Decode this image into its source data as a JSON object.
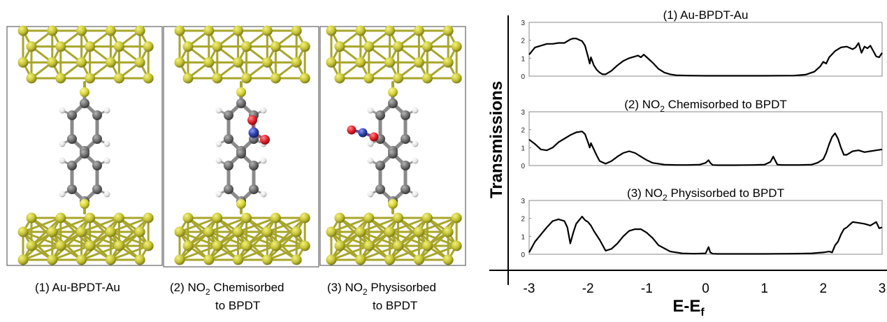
{
  "molecules": [
    {
      "label_main": "(1) Au-BPDT-Au",
      "label_sub": "",
      "adsorbate": "none"
    },
    {
      "label_main": "(2) NO",
      "label_sub2": "2",
      "label_main2": " Chemisorbed",
      "label_line2": "to BPDT",
      "adsorbate": "chemisorbed"
    },
    {
      "label_main": "(3) NO",
      "label_sub2": "2",
      "label_main2": " Physisorbed",
      "label_line2": "to BPDT",
      "adsorbate": "physisorbed"
    }
  ],
  "colors": {
    "gold": "#c4c236",
    "gold_light": "#e6e45a",
    "gold_dark": "#8b8a1e",
    "sulfur": "#d8d43a",
    "carbon": "#6e6e6e",
    "hydrogen": "#e8e8e8",
    "oxygen": "#e0202a",
    "nitrogen": "#2b3fa8",
    "curve": "#000000"
  },
  "chart_data": {
    "type": "line",
    "ylabel": "Transmissions",
    "xlabel_main": "E-E",
    "xlabel_sub": "f",
    "xlim": [
      -3,
      3
    ],
    "xticks": [
      "-3",
      "-2",
      "-1",
      "0",
      "1",
      "2",
      "3"
    ],
    "ylim": [
      0,
      3
    ],
    "yticks": [
      "0",
      "1",
      "2",
      "3"
    ],
    "panels": [
      {
        "title": "(1) Au-BPDT-Au",
        "title_sub": "",
        "title_rest": "",
        "x": [
          -3.0,
          -2.9,
          -2.8,
          -2.7,
          -2.6,
          -2.5,
          -2.4,
          -2.3,
          -2.25,
          -2.2,
          -2.1,
          -2.05,
          -2.0,
          -1.97,
          -1.95,
          -1.9,
          -1.85,
          -1.8,
          -1.75,
          -1.7,
          -1.6,
          -1.5,
          -1.4,
          -1.3,
          -1.2,
          -1.15,
          -1.1,
          -1.05,
          -1.0,
          -0.9,
          -0.8,
          -0.7,
          -0.6,
          -0.5,
          -0.3,
          0.0,
          0.5,
          1.0,
          1.5,
          1.7,
          1.85,
          1.95,
          2.0,
          2.05,
          2.1,
          2.2,
          2.3,
          2.4,
          2.5,
          2.55,
          2.6,
          2.65,
          2.7,
          2.75,
          2.8,
          2.85,
          2.9,
          2.95,
          3.0
        ],
        "y": [
          1.2,
          1.6,
          1.7,
          1.8,
          1.8,
          1.85,
          1.85,
          2.05,
          2.1,
          2.1,
          1.95,
          1.7,
          1.1,
          0.7,
          1.05,
          0.6,
          0.35,
          0.2,
          0.1,
          0.1,
          0.3,
          0.6,
          0.85,
          1.0,
          1.1,
          1.15,
          1.05,
          1.2,
          1.05,
          0.75,
          0.4,
          0.2,
          0.1,
          0.05,
          0.03,
          0.02,
          0.02,
          0.02,
          0.03,
          0.08,
          0.25,
          0.55,
          0.8,
          0.7,
          1.05,
          1.4,
          1.6,
          1.65,
          1.5,
          1.6,
          1.85,
          1.3,
          1.65,
          1.55,
          1.7,
          1.4,
          1.1,
          1.05,
          1.3
        ]
      },
      {
        "title": "(2) NO",
        "title_sub": "2",
        "title_rest": " Chemisorbed to BPDT",
        "x": [
          -3.0,
          -2.9,
          -2.8,
          -2.7,
          -2.6,
          -2.5,
          -2.4,
          -2.3,
          -2.2,
          -2.1,
          -2.05,
          -2.0,
          -1.97,
          -1.95,
          -1.9,
          -1.85,
          -1.8,
          -1.7,
          -1.6,
          -1.5,
          -1.4,
          -1.3,
          -1.2,
          -1.1,
          -1.0,
          -0.9,
          -0.7,
          -0.5,
          -0.3,
          -0.1,
          0.0,
          0.05,
          0.08,
          0.12,
          0.2,
          0.5,
          0.8,
          1.0,
          1.1,
          1.15,
          1.18,
          1.22,
          1.3,
          1.6,
          1.8,
          1.9,
          2.0,
          2.05,
          2.1,
          2.15,
          2.2,
          2.25,
          2.3,
          2.35,
          2.4,
          2.5,
          2.6,
          2.7,
          2.8,
          2.9,
          3.0
        ],
        "y": [
          1.45,
          1.2,
          0.9,
          0.85,
          1.0,
          1.3,
          1.5,
          1.7,
          1.85,
          1.9,
          1.75,
          1.3,
          1.0,
          1.25,
          0.9,
          0.55,
          0.25,
          0.1,
          0.25,
          0.5,
          0.7,
          0.8,
          0.7,
          0.5,
          0.3,
          0.15,
          0.05,
          0.03,
          0.03,
          0.05,
          0.15,
          0.3,
          0.15,
          0.03,
          0.02,
          0.02,
          0.03,
          0.05,
          0.2,
          0.5,
          0.3,
          0.05,
          0.03,
          0.03,
          0.05,
          0.15,
          0.35,
          0.7,
          1.2,
          1.6,
          1.8,
          1.5,
          1.0,
          0.6,
          0.6,
          0.8,
          0.85,
          0.75,
          0.8,
          0.85,
          0.9
        ]
      },
      {
        "title": "(3) NO",
        "title_sub": "2",
        "title_rest": " Physisorbed  to BPDT",
        "x": [
          -3.0,
          -2.9,
          -2.8,
          -2.7,
          -2.6,
          -2.5,
          -2.4,
          -2.35,
          -2.3,
          -2.25,
          -2.2,
          -2.15,
          -2.1,
          -2.05,
          -2.0,
          -1.95,
          -1.9,
          -1.8,
          -1.7,
          -1.6,
          -1.5,
          -1.4,
          -1.3,
          -1.2,
          -1.1,
          -1.0,
          -0.9,
          -0.8,
          -0.6,
          -0.4,
          -0.2,
          0.0,
          0.05,
          0.08,
          0.12,
          0.2,
          0.5,
          1.0,
          1.5,
          1.8,
          2.0,
          2.1,
          2.15,
          2.2,
          2.25,
          2.3,
          2.35,
          2.4,
          2.5,
          2.6,
          2.7,
          2.8,
          2.9,
          2.95,
          3.0
        ],
        "y": [
          0.1,
          0.7,
          1.1,
          1.5,
          1.85,
          1.95,
          1.85,
          1.5,
          0.6,
          1.2,
          1.7,
          1.9,
          2.1,
          1.9,
          1.8,
          1.6,
          1.3,
          0.8,
          0.2,
          0.3,
          0.6,
          1.0,
          1.3,
          1.4,
          1.4,
          1.2,
          0.9,
          0.5,
          0.15,
          0.05,
          0.03,
          0.05,
          0.4,
          0.1,
          0.03,
          0.02,
          0.02,
          0.02,
          0.03,
          0.05,
          0.1,
          0.15,
          0.1,
          0.5,
          0.7,
          1.1,
          1.4,
          1.5,
          1.8,
          1.75,
          1.7,
          1.6,
          1.8,
          1.45,
          1.5
        ]
      }
    ]
  }
}
